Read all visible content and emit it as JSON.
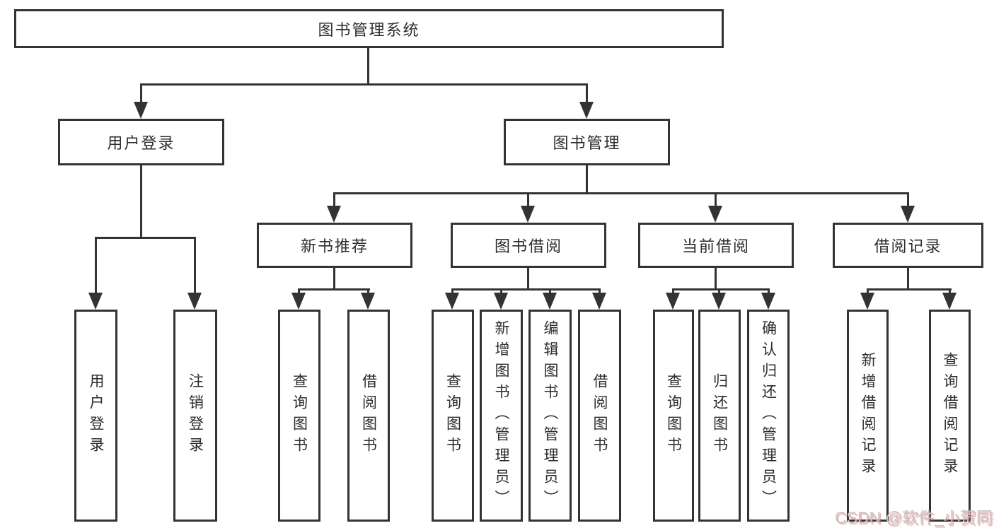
{
  "tree": {
    "label": "图书管理系统",
    "children": [
      {
        "label": "用户登录",
        "children": [
          {
            "label": "用户登录"
          },
          {
            "label": "注销登录"
          }
        ]
      },
      {
        "label": "图书管理",
        "children": [
          {
            "label": "新书推荐",
            "children": [
              {
                "label": "查询图书"
              },
              {
                "label": "借阅图书"
              }
            ]
          },
          {
            "label": "图书借阅",
            "children": [
              {
                "label": "查询图书"
              },
              {
                "label": "新增图书（管理员）"
              },
              {
                "label": "编辑图书（管理员）"
              },
              {
                "label": "借阅图书"
              }
            ]
          },
          {
            "label": "当前借阅",
            "children": [
              {
                "label": "查询图书"
              },
              {
                "label": "归还图书"
              },
              {
                "label": "确认归还（管理员）"
              }
            ]
          },
          {
            "label": "借阅记录",
            "children": [
              {
                "label": "新增借阅记录"
              },
              {
                "label": "查询借阅记录"
              }
            ]
          }
        ]
      }
    ]
  },
  "watermark": {
    "text": "CSDN @软件_小贺同学"
  },
  "colors": {
    "line": "#333333",
    "box_border": "#333333",
    "text": "#2d2d2d",
    "watermark_text": "#c6c6c6",
    "watermark_shadow": "#e76565"
  }
}
